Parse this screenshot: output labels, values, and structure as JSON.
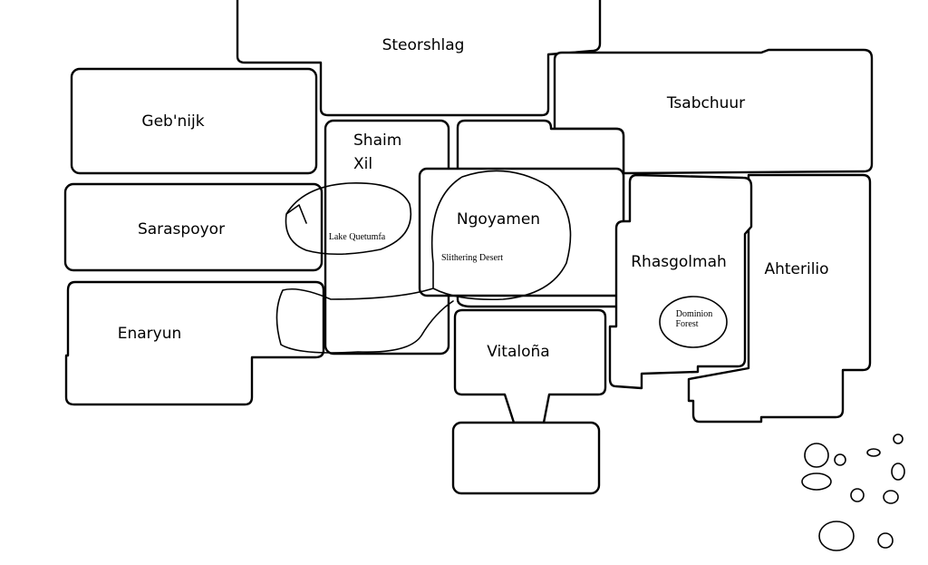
{
  "map": {
    "regions": [
      {
        "name": "Steorshlag"
      },
      {
        "name": "Geb'nijk"
      },
      {
        "name": "Saraspoyor"
      },
      {
        "name": "Enaryun"
      },
      {
        "name": "Shaim"
      },
      {
        "name": "Xil"
      },
      {
        "name": "Ngoyamen"
      },
      {
        "name": "Tsabchuur"
      },
      {
        "name": "Rhasgolmah"
      },
      {
        "name": "Ahterilio"
      },
      {
        "name": "Vitaloña"
      }
    ],
    "features": [
      {
        "name": "Lake Quetumfa"
      },
      {
        "name": "Slithering Desert"
      },
      {
        "name": "Dominion"
      },
      {
        "name": "Forest"
      }
    ]
  }
}
